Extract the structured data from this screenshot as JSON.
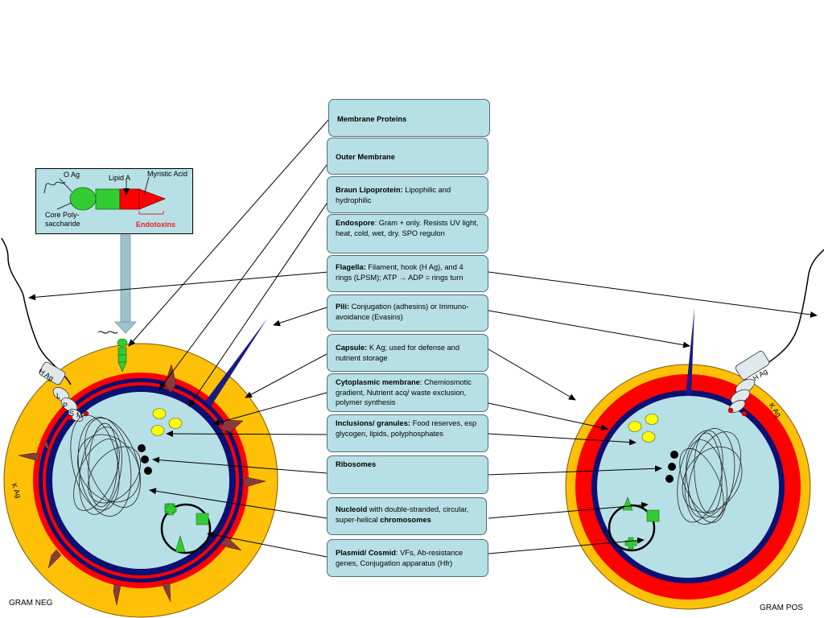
{
  "labels": [
    {
      "key": "membrane_proteins",
      "title": "Membrane Proteins",
      "text": ""
    },
    {
      "key": "outer_membrane",
      "title": "Outer Membrane",
      "text": ""
    },
    {
      "key": "braun",
      "title": "Braun Lipoprotein:",
      "text": " Lipophilic and hydrophilic"
    },
    {
      "key": "endospore",
      "title": "Endospore",
      "text": ": Gram + only. Resists UV light, heat, cold, wet, dry. SPO regulon"
    },
    {
      "key": "flagella",
      "title": "Flagella:",
      "text": " Filament, hook (H Ag), and 4 rings (LPSM); ATP → ADP = rings turn"
    },
    {
      "key": "pili",
      "title": "Pili:",
      "text": " Conjugation (adhesins) or Immuno-avoidance (Evasins)"
    },
    {
      "key": "capsule",
      "title": "Capsule:",
      "text": " K Ag; used for defense and nutrient storage"
    },
    {
      "key": "cytoplasmic",
      "title": "Cytoplasmic membrane",
      "text": ": Chemiosmotic gradient, Nutrient acq/ waste exclusion, polymer synthesis"
    },
    {
      "key": "inclusions",
      "title": "Inclusions/ granules:",
      "text": " Food reserves, esp glycogen, lipids, polyphosphates"
    },
    {
      "key": "ribosomes",
      "title": "Ribosomes",
      "text": ""
    },
    {
      "key": "nucleoid",
      "title": "Nucleoid",
      "text": " with double-stranded, circular, super-helical ",
      "tail": "chromosomes"
    },
    {
      "key": "plasmid",
      "title": "Plasmid/ Cosmid",
      "text": ": VFs, Ab-resistance genes, Conjugation apparatus (Hfr)"
    }
  ],
  "inset": {
    "o_ag": "O Ag",
    "lipid_a": "Lipid A",
    "myristic": "Myristic Acid",
    "core_poly": "Core Poly-",
    "saccharide": "saccharide",
    "endotoxins": "Endotoxins"
  },
  "cell_labels": {
    "h_ag_left": "H Ag",
    "lpsm_l": "L",
    "lpsm_p": "P",
    "lpsm_s": "S",
    "lpsm_m": "M",
    "k_ag_left": "K Ag",
    "h_ag_right": "H Ag",
    "k_ag_right": "K Ag"
  },
  "corners": {
    "gram_neg": "GRAM NEG",
    "gram_pos": "GRAM POS"
  },
  "colors": {
    "capsule": "#fec107",
    "outer_red": "#ff0000",
    "membrane_blue": "#0b1073",
    "cytoplasm": "#b7e0e6",
    "granule": "#ffff00",
    "plasmid_green": "#33cc33",
    "endotoxin_red": "#e8202a"
  }
}
